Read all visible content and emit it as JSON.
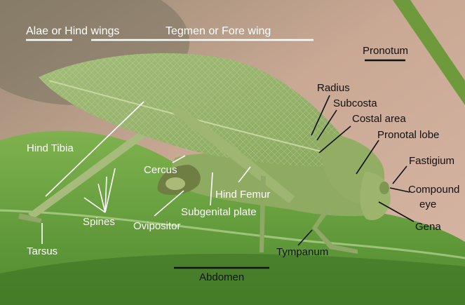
{
  "figure": {
    "photo_subject": "katydid",
    "colors": {
      "background": "#c9a894",
      "leaf": "#5f9d3a",
      "insect_body": "#8fab62",
      "wing": "#9db872",
      "label_text": "#ffffff",
      "rule_black": "#111111",
      "rule_white": "#ffffff"
    },
    "labels": {
      "alae": "Alae or Hind wings",
      "tegmen": "Tegmen or Fore wing",
      "pronotum": "Pronotum",
      "radius": "Radius",
      "subcosta": "Subcosta",
      "costal_area": "Costal area",
      "pronotal_lobe": "Pronotal lobe",
      "fastigium": "Fastigium",
      "compound_eye_1": "Compound",
      "compound_eye_2": "eye",
      "gena": "Gena",
      "hind_tibia": "Hind Tibia",
      "cercus": "Cercus",
      "hind_femur": "Hind Femur",
      "subgenital_plate": "Subgenital plate",
      "spines": "Spines",
      "ovipositor": "Ovipositor",
      "tarsus": "Tarsus",
      "tympanum": "Tympanum",
      "abdomen": "Abdomen"
    }
  }
}
